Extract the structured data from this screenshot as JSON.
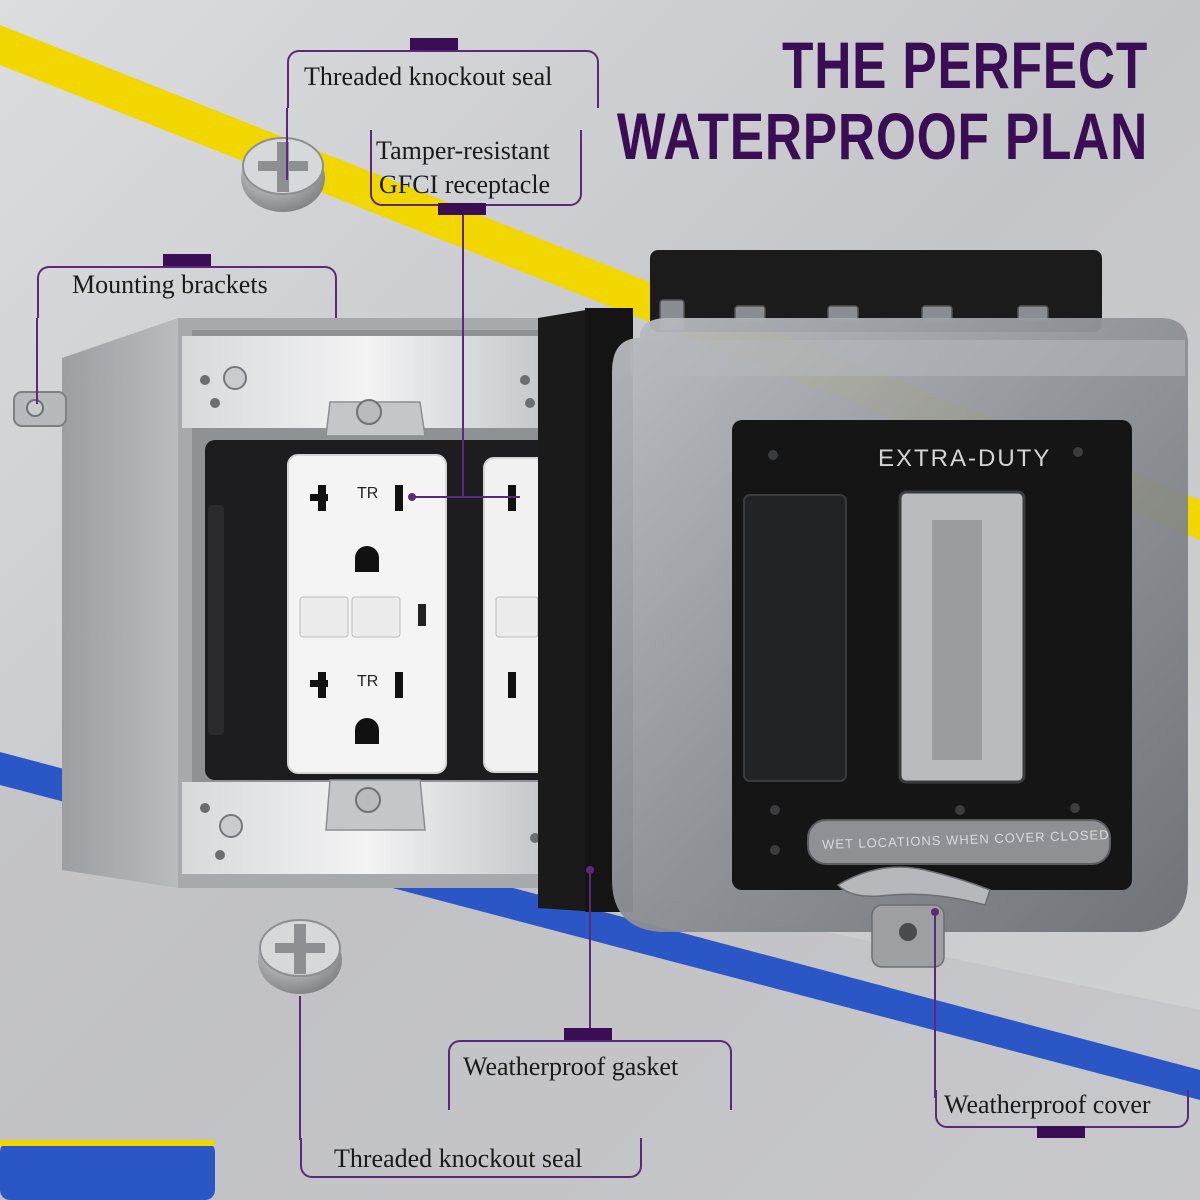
{
  "headline": {
    "line1": "THE PERFECT",
    "line2": "WATERPROOF PLAN"
  },
  "callouts": [
    {
      "id": "knockout-top",
      "text": "Threaded knockout seal"
    },
    {
      "id": "gfci",
      "line1": "Tamper-resistant",
      "line2": "GFCI receptacle"
    },
    {
      "id": "brackets",
      "text": "Mounting brackets"
    },
    {
      "id": "gasket",
      "text": "Weatherproof gasket"
    },
    {
      "id": "cover",
      "text": "Weatherproof cover"
    },
    {
      "id": "knockout-bottom",
      "text": "Threaded knockout seal"
    }
  ],
  "product_markings": {
    "cover_brand": "EXTRA-DUTY",
    "cover_label": "WET LOCATIONS WHEN COVER CLOSED",
    "receptacle_mark": "TR"
  },
  "colors": {
    "headline": "#3b0d55",
    "accent_yellow": "#f2d600",
    "accent_blue": "#2b56c6",
    "callout_line": "#5a2a78"
  }
}
